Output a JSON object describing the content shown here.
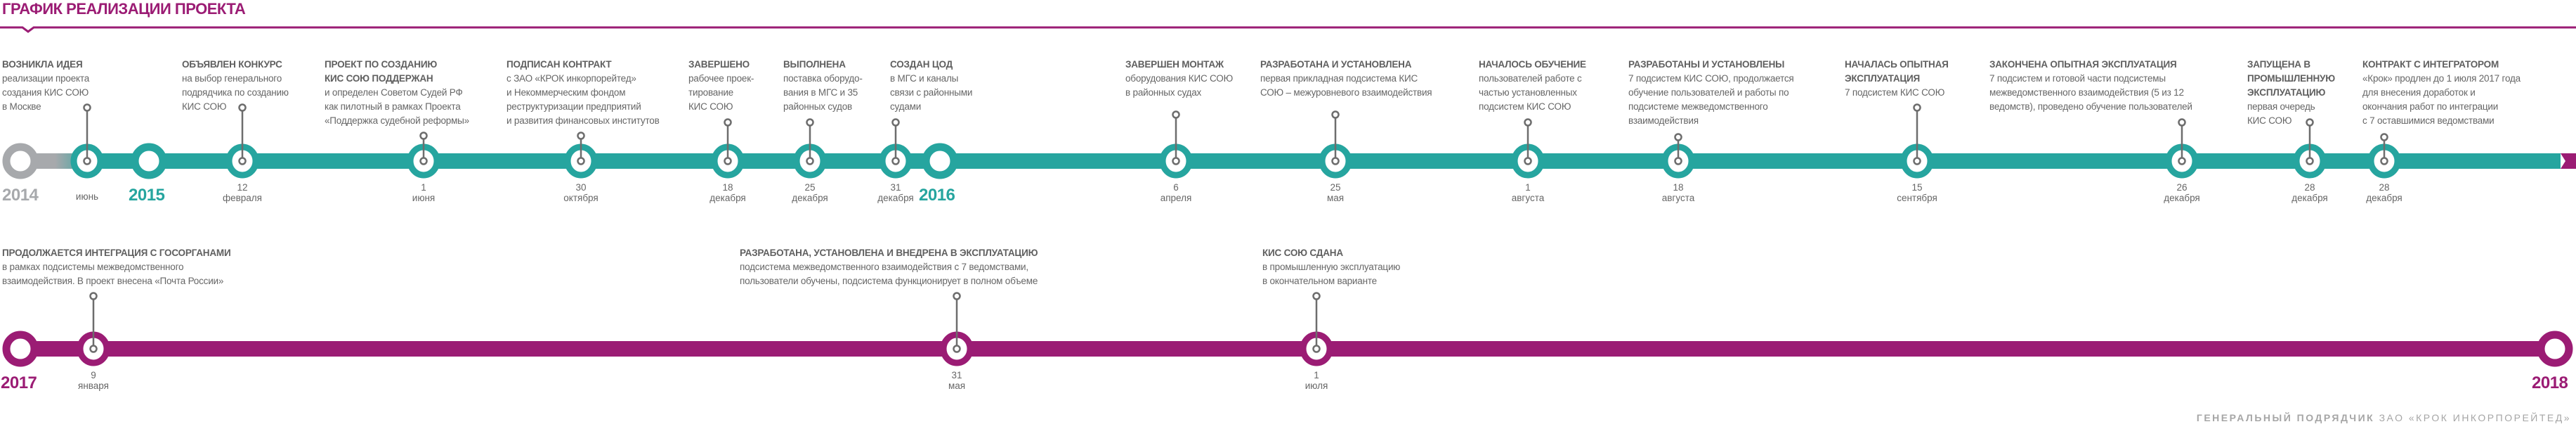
{
  "title": "ГРАФИК РЕАЛИЗАЦИИ ПРОЕКТА",
  "colors": {
    "accent_2015_2016": "#26a59f",
    "accent_2017": "#9b1c74",
    "past": "#a7a9ac",
    "text": "#666666",
    "pin": "#6d6d6d"
  },
  "years": {
    "y2014": "2014",
    "y2015": "2015",
    "y2016": "2016",
    "y2017": "2017",
    "y2018": "2018"
  },
  "top_events": [
    {
      "title": [
        "ВОЗНИКЛА ИДЕЯ"
      ],
      "text": [
        "реализации проекта",
        "создания КИС СОЮ",
        "в Москве"
      ],
      "day": "",
      "month": "июнь"
    },
    {
      "title": [
        "ОБЪЯВЛЕН КОНКУРС"
      ],
      "text": [
        "на выбор генерального",
        "подрядчика по созданию",
        "КИС СОЮ"
      ],
      "day": "12",
      "month": "февраля"
    },
    {
      "title": [
        "ПРОЕКТ ПО СОЗДАНИЮ",
        "КИС СОЮ ПОДДЕРЖАН"
      ],
      "text": [
        "и определен Советом Судей РФ",
        "как пилотный в рамках Проекта",
        "«Поддержка судебной реформы»"
      ],
      "day": "1",
      "month": "июня"
    },
    {
      "title": [
        "ПОДПИСАН КОНТРАКТ"
      ],
      "text": [
        "с ЗАО «КРОК инкорпорейтед»",
        "и Некоммерческим фондом",
        "реструктуризации предприятий",
        "и развития финансовых институтов"
      ],
      "day": "30",
      "month": "октября"
    },
    {
      "title": [
        "ЗАВЕРШЕНО"
      ],
      "text": [
        "рабочее проек-",
        "тирование",
        "КИС СОЮ"
      ],
      "day": "18",
      "month": "декабря"
    },
    {
      "title": [
        "ВЫПОЛНЕНА"
      ],
      "text": [
        "поставка оборудо-",
        "вания в МГС и 35",
        "районных судов"
      ],
      "day": "25",
      "month": "декабря"
    },
    {
      "title": [
        "СОЗДАН ЦОД"
      ],
      "text": [
        "в МГС и каналы",
        "связи с районными",
        "судами"
      ],
      "day": "31",
      "month": "декабря"
    },
    {
      "title": [
        "ЗАВЕРШЕН МОНТАЖ"
      ],
      "text": [
        "оборудования КИС СОЮ",
        "в районных судах"
      ],
      "day": "6",
      "month": "апреля"
    },
    {
      "title": [
        "РАЗРАБОТАНА И УСТАНОВЛЕНА"
      ],
      "text": [
        "первая прикладная подсистема КИС",
        "СОЮ – межуровневого взаимодействия"
      ],
      "day": "25",
      "month": "мая"
    },
    {
      "title": [
        "НАЧАЛОСЬ ОБУЧЕНИЕ"
      ],
      "text": [
        "пользователей работе с",
        "частью установленных",
        "подсистем КИС СОЮ"
      ],
      "day": "1",
      "month": "августа"
    },
    {
      "title": [
        "РАЗРАБОТАНЫ И УСТАНОВЛЕНЫ"
      ],
      "text": [
        "7 подсистем КИС СОЮ, продолжается",
        "обучение пользователей и работы по",
        "подсистеме межведомственного",
        "взаимодействия"
      ],
      "day": "18",
      "month": "августа"
    },
    {
      "title": [
        "НАЧАЛАСЬ ОПЫТНАЯ",
        "ЭКСПЛУАТАЦИЯ"
      ],
      "text": [
        "7 подсистем КИС СОЮ"
      ],
      "day": "15",
      "month": "сентября"
    },
    {
      "title": [
        "ЗАКОНЧЕНА ОПЫТНАЯ ЭКСПЛУАТАЦИЯ"
      ],
      "text": [
        "7 подсистем и готовой части подсистемы",
        "межведомственного взаимодействия (5 из 12",
        "ведомств), проведено обучение пользователей"
      ],
      "day": "26",
      "month": "декабря"
    },
    {
      "title": [
        "ЗАПУЩЕНА В",
        "ПРОМЫШЛЕННУЮ",
        "ЭКСПЛУАТАЦИЮ"
      ],
      "text": [
        "первая очередь",
        "КИС СОЮ"
      ],
      "day": "28",
      "month": "декабря"
    },
    {
      "title": [
        "КОНТРАКТ С ИНТЕГРАТОРОМ"
      ],
      "text": [
        "«Крок» продлен до 1 июля 2017 года",
        "для внесения доработок и",
        "окончания работ по интеграции",
        "с 7 оставшимися ведомствами"
      ],
      "day": "28",
      "month": "декабря"
    }
  ],
  "bottom_events": [
    {
      "title": [
        "ПРОДОЛЖАЕТСЯ ИНТЕГРАЦИЯ С ГОСОРГАНАМИ"
      ],
      "text": [
        "в рамках подсистемы межведомственного",
        "взаимодействия. В проект внесена «Почта России»"
      ],
      "day": "9",
      "month": "января"
    },
    {
      "title": [
        "РАЗРАБОТАНА, УСТАНОВЛЕНА И ВНЕДРЕНА В ЭКСПЛУАТАЦИЮ"
      ],
      "text": [
        "подсистема межведомственного взаимодействия с 7 ведомствами,",
        "пользователи обучены, подсистема функционирует в полном объеме"
      ],
      "day": "31",
      "month": "мая"
    },
    {
      "title": [
        "КИС СОЮ СДАНА"
      ],
      "text": [
        "в промышленную эксплуатацию",
        "в окончательном варианте"
      ],
      "day": "1",
      "month": "июля"
    }
  ],
  "footer": {
    "role": "ГЕНЕРАЛЬНЫЙ ПОДРЯДЧИК",
    "company": "ЗАО «КРОК ИНКОРПОРЕЙТЕД»"
  }
}
